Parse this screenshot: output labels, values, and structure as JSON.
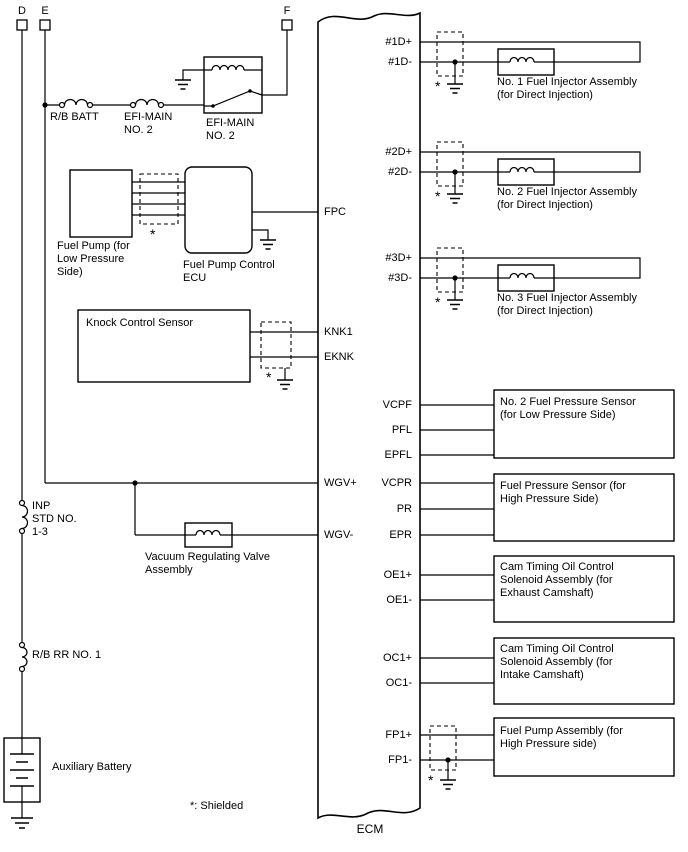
{
  "colors": {
    "line": "#000000",
    "background": "#ffffff"
  },
  "connectors": {
    "d": "D",
    "e": "E",
    "f": "F"
  },
  "ecm": {
    "label": "ECM",
    "pins_left": [
      "FPC",
      "KNK1",
      "EKNK",
      "WGV+",
      "WGV-"
    ],
    "pins_right": [
      "#1D+",
      "#1D-",
      "#2D+",
      "#2D-",
      "#3D+",
      "#3D-",
      "VCPF",
      "PFL",
      "EPFL",
      "VCPR",
      "PR",
      "EPR",
      "OE1+",
      "OE1-",
      "OC1+",
      "OC1-",
      "FP1+",
      "FP1-"
    ]
  },
  "power": {
    "rb_batt_fuse": "R/B BATT",
    "efi_main_fuse": "EFI-MAIN\nNO. 2",
    "efi_main_relay": "EFI-MAIN\nNO. 2",
    "inp_std_junction": "INP\nSTD NO.\n1-3",
    "rb_rr_fuse": "R/B RR NO. 1",
    "aux_battery": "Auxiliary Battery"
  },
  "components": {
    "fuel_pump": "Fuel Pump (for\nLow Pressure\nSide)",
    "fuel_pump_ecu": "Fuel Pump Control\nECU",
    "knock_sensor": "Knock Control Sensor",
    "vacuum_valve": "Vacuum Regulating Valve\nAssembly",
    "injector_1": "No. 1 Fuel Injector Assembly\n(for Direct Injection)",
    "injector_2": "No. 2 Fuel Injector Assembly\n(for Direct Injection)",
    "injector_3": "No. 3 Fuel Injector Assembly\n(for Direct Injection)",
    "fuel_pressure_sensor_low": "No. 2 Fuel Pressure Sensor\n(for Low Pressure Side)",
    "fuel_pressure_sensor_high": "Fuel Pressure Sensor (for\nHigh Pressure Side)",
    "cam_solenoid_exhaust": "Cam Timing Oil Control\nSolenoid Assembly (for\nExhaust Camshaft)",
    "cam_solenoid_intake": "Cam Timing Oil Control\nSolenoid Assembly (for\nIntake Camshaft)",
    "fuel_pump_assembly": "Fuel Pump Assembly (for\nHigh Pressure side)"
  },
  "notes": {
    "shield_marker": "*",
    "shield_note": "*: Shielded"
  }
}
